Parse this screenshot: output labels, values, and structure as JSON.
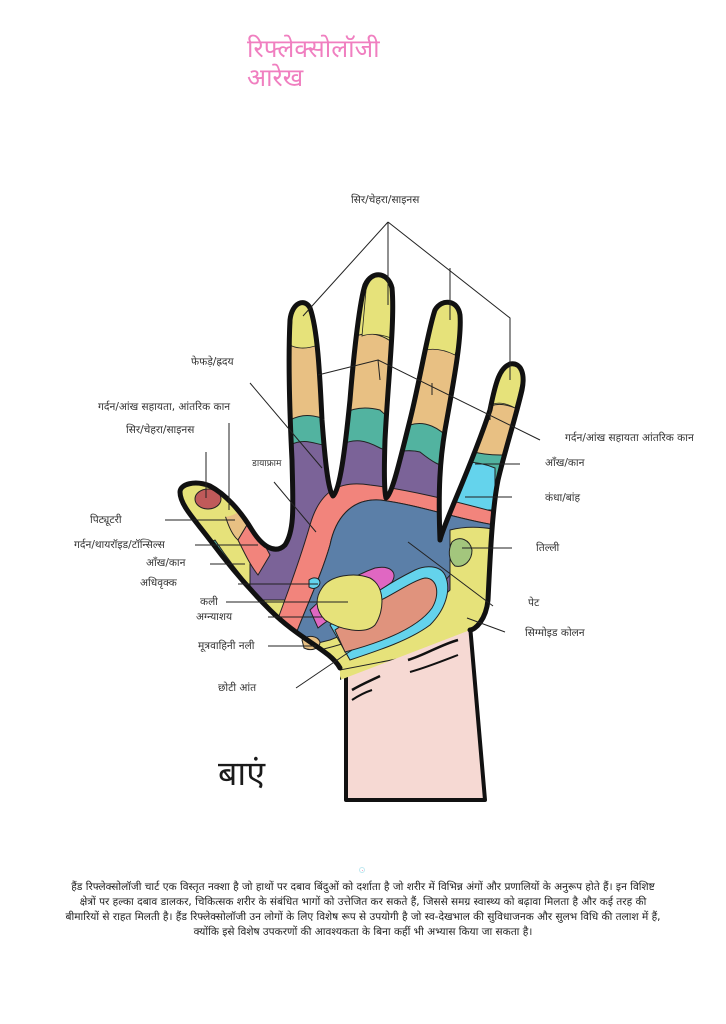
{
  "title": {
    "line1": "रिफ्लेक्सोलॉजी",
    "line2": "आरेख"
  },
  "hand_side_label": "बाएं",
  "colors": {
    "title_pink": "#f07fc0",
    "fingertip_yellow": "#e6e27a",
    "finger_tan": "#e8c083",
    "teal_band": "#52b3a0",
    "purple": "#7b6398",
    "salmon": "#f2847c",
    "steel_blue": "#5b7fa8",
    "sky_blue": "#64d3ec",
    "kidney_yellow": "#e6e27a",
    "magenta": "#e067c2",
    "intestine": "#e0937d",
    "spleen_green": "#a3c67d",
    "pituitary_red": "#c05a5a",
    "wrist_pink": "#f6d9d3",
    "outline": "#111111"
  },
  "labels": {
    "head_face_sinus_top": "सिर/चेहरा/साइनस",
    "lungs_heart": "फेफड़े/ह्रदय",
    "neck_eye_inner_ear_left": "गर्दन/आंख सहायता, आंतरिक कान",
    "head_face_sinus_left": "सिर/चेहरा/साइनस",
    "diaphragm": "डायाफ्राम",
    "pituitary": "पिट्यूटरी",
    "neck_thyroid_tonsils": "गर्दन/थायरॉइड/टॉन्सिल्स",
    "eye_ear_left": "आँख/कान",
    "adrenal": "अधिवृक्क",
    "kidney": "कली",
    "pancreas": "अग्न्याशय",
    "ureter": "मूत्रवाहिनी नली",
    "small_intestine": "छोटी आंत",
    "neck_eye_inner_ear_right": "गर्दन/आंख सहायता आंतरिक कान",
    "eye_ear_right": "आँख/कान",
    "shoulder_arm": "कंधा/बांह",
    "spleen": "तिल्ली",
    "stomach": "पेट",
    "sigmoid_colon": "सिग्मोइड कोलन"
  },
  "description": "हैंड रिफ्लेक्सोलॉजी चार्ट एक विस्तृत नक्शा है जो हाथों पर दबाव बिंदुओं को दर्शाता है जो शरीर में विभिन्न अंगों और प्रणालियों के अनुरूप होते हैं। इन विशिष्ट क्षेत्रों पर हल्का दबाव डालकर, चिकित्सक शरीर के संबंधित भागों को उत्तेजित कर सकते हैं, जिससे समग्र स्वास्थ्य को बढ़ावा मिलता है और कई तरह की बीमारियों से राहत मिलती है। हैंड रिफ्लेक्सोलॉजी उन लोगों के लिए विशेष रूप से उपयोगी है जो स्व-देखभाल की सुविधाजनक और सुलभ विधि की तलाश में हैं, क्योंकि इसे विशेष उपकरणों की आवश्यकता के बिना कहीं भी अभ्यास किया जा सकता है।"
}
